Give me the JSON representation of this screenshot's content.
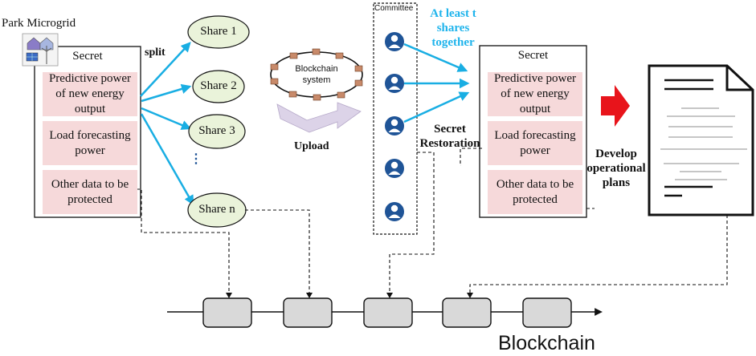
{
  "microgrid": {
    "title": "Park Microgrid"
  },
  "secret_box_left": {
    "title": "Secret",
    "items": [
      "Predictive power of new energy output",
      "Load forecasting power",
      "Other data to be protected"
    ]
  },
  "secret_box_right": {
    "title": "Secret",
    "items": [
      "Predictive power of new energy output",
      "Load forecasting power",
      "Other data to be protected"
    ]
  },
  "split_label": "split",
  "shares": [
    "Share 1",
    "Share 2",
    "Share 3",
    "Share n"
  ],
  "shares_ellipsis": "⋮",
  "blockchain_system": {
    "line1": "Blockchain",
    "line2": "system"
  },
  "upload_label": "Upload",
  "committee_label": "Committee",
  "threshold_label": {
    "line1": "At least t",
    "line2": "shares",
    "line3": "together"
  },
  "secret_restoration": {
    "line1": "Secret",
    "line2": "Restoration"
  },
  "develop_label": {
    "line1": "Develop",
    "line2": "operational",
    "line3": "plans"
  },
  "blockchain_label": "Blockchain",
  "colors": {
    "arrow_blue": "#19aee3",
    "pink_fill": "#f6d9da",
    "red_arrow": "#e8141b",
    "ellipse_fill": "#eaf3da",
    "user_blue": "#1f5497",
    "block_fill": "#d9d9d9",
    "threshold_text": "#1fb4ec",
    "upload_arrow_fill": "#dcd3e8"
  },
  "icons": {
    "microgrid": "solar-house-icon",
    "committee_member": "user-icon",
    "document": "document-icon"
  }
}
